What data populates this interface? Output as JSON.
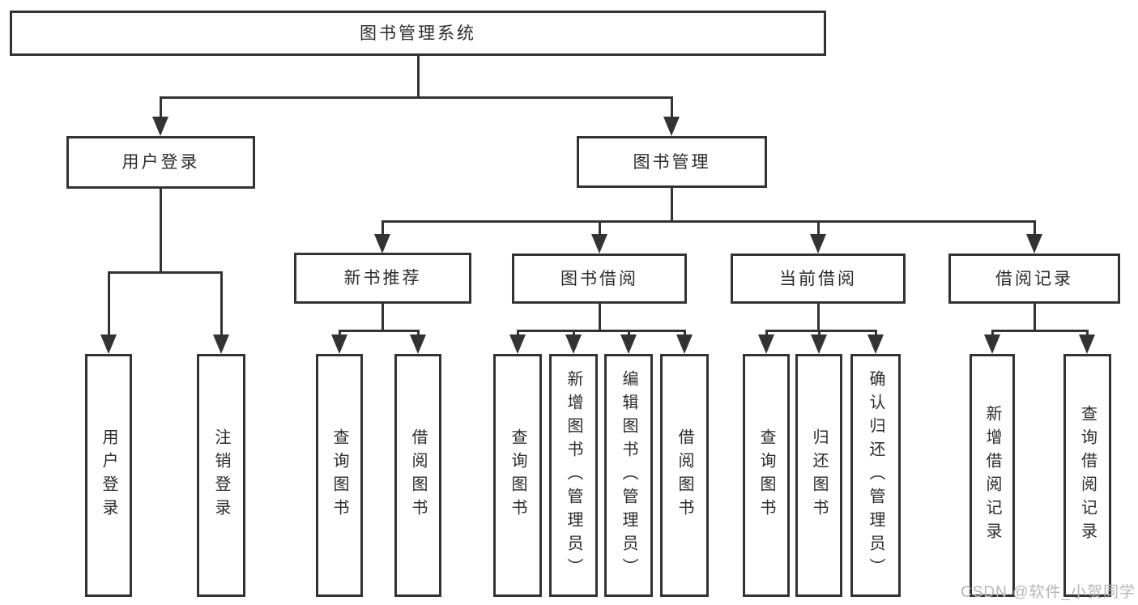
{
  "page": {
    "background": "#ffffff",
    "line_color": "#333333",
    "text_color": "#2b2b2b",
    "watermark": {
      "text": "CSDN @软件_小贺同学",
      "color": "#b5b5b5"
    }
  },
  "diagram": {
    "type": "tree",
    "root": {
      "label": "图书管理系统"
    },
    "level1": [
      {
        "label": "用户登录",
        "parent": "图书管理系统"
      },
      {
        "label": "图书管理",
        "parent": "图书管理系统"
      }
    ],
    "level2": [
      {
        "label": "新书推荐",
        "parent": "图书管理"
      },
      {
        "label": "图书借阅",
        "parent": "图书管理"
      },
      {
        "label": "当前借阅",
        "parent": "图书管理"
      },
      {
        "label": "借阅记录",
        "parent": "图书管理"
      }
    ],
    "leaves": [
      {
        "label": "用户登录",
        "parent": "用户登录"
      },
      {
        "label": "注销登录",
        "parent": "用户登录"
      },
      {
        "label": "查询图书",
        "parent": "新书推荐"
      },
      {
        "label": "借阅图书",
        "parent": "新书推荐"
      },
      {
        "label": "查询图书",
        "parent": "图书借阅"
      },
      {
        "label": "新增图书（管理员）",
        "parent": "图书借阅"
      },
      {
        "label": "编辑图书（管理员）",
        "parent": "图书借阅"
      },
      {
        "label": "借阅图书",
        "parent": "图书借阅"
      },
      {
        "label": "查询图书",
        "parent": "当前借阅"
      },
      {
        "label": "归还图书",
        "parent": "当前借阅"
      },
      {
        "label": "确认归还（管理员）",
        "parent": "当前借阅"
      },
      {
        "label": "新增借阅记录",
        "parent": "借阅记录"
      },
      {
        "label": "查询借阅记录",
        "parent": "借阅记录"
      }
    ]
  }
}
